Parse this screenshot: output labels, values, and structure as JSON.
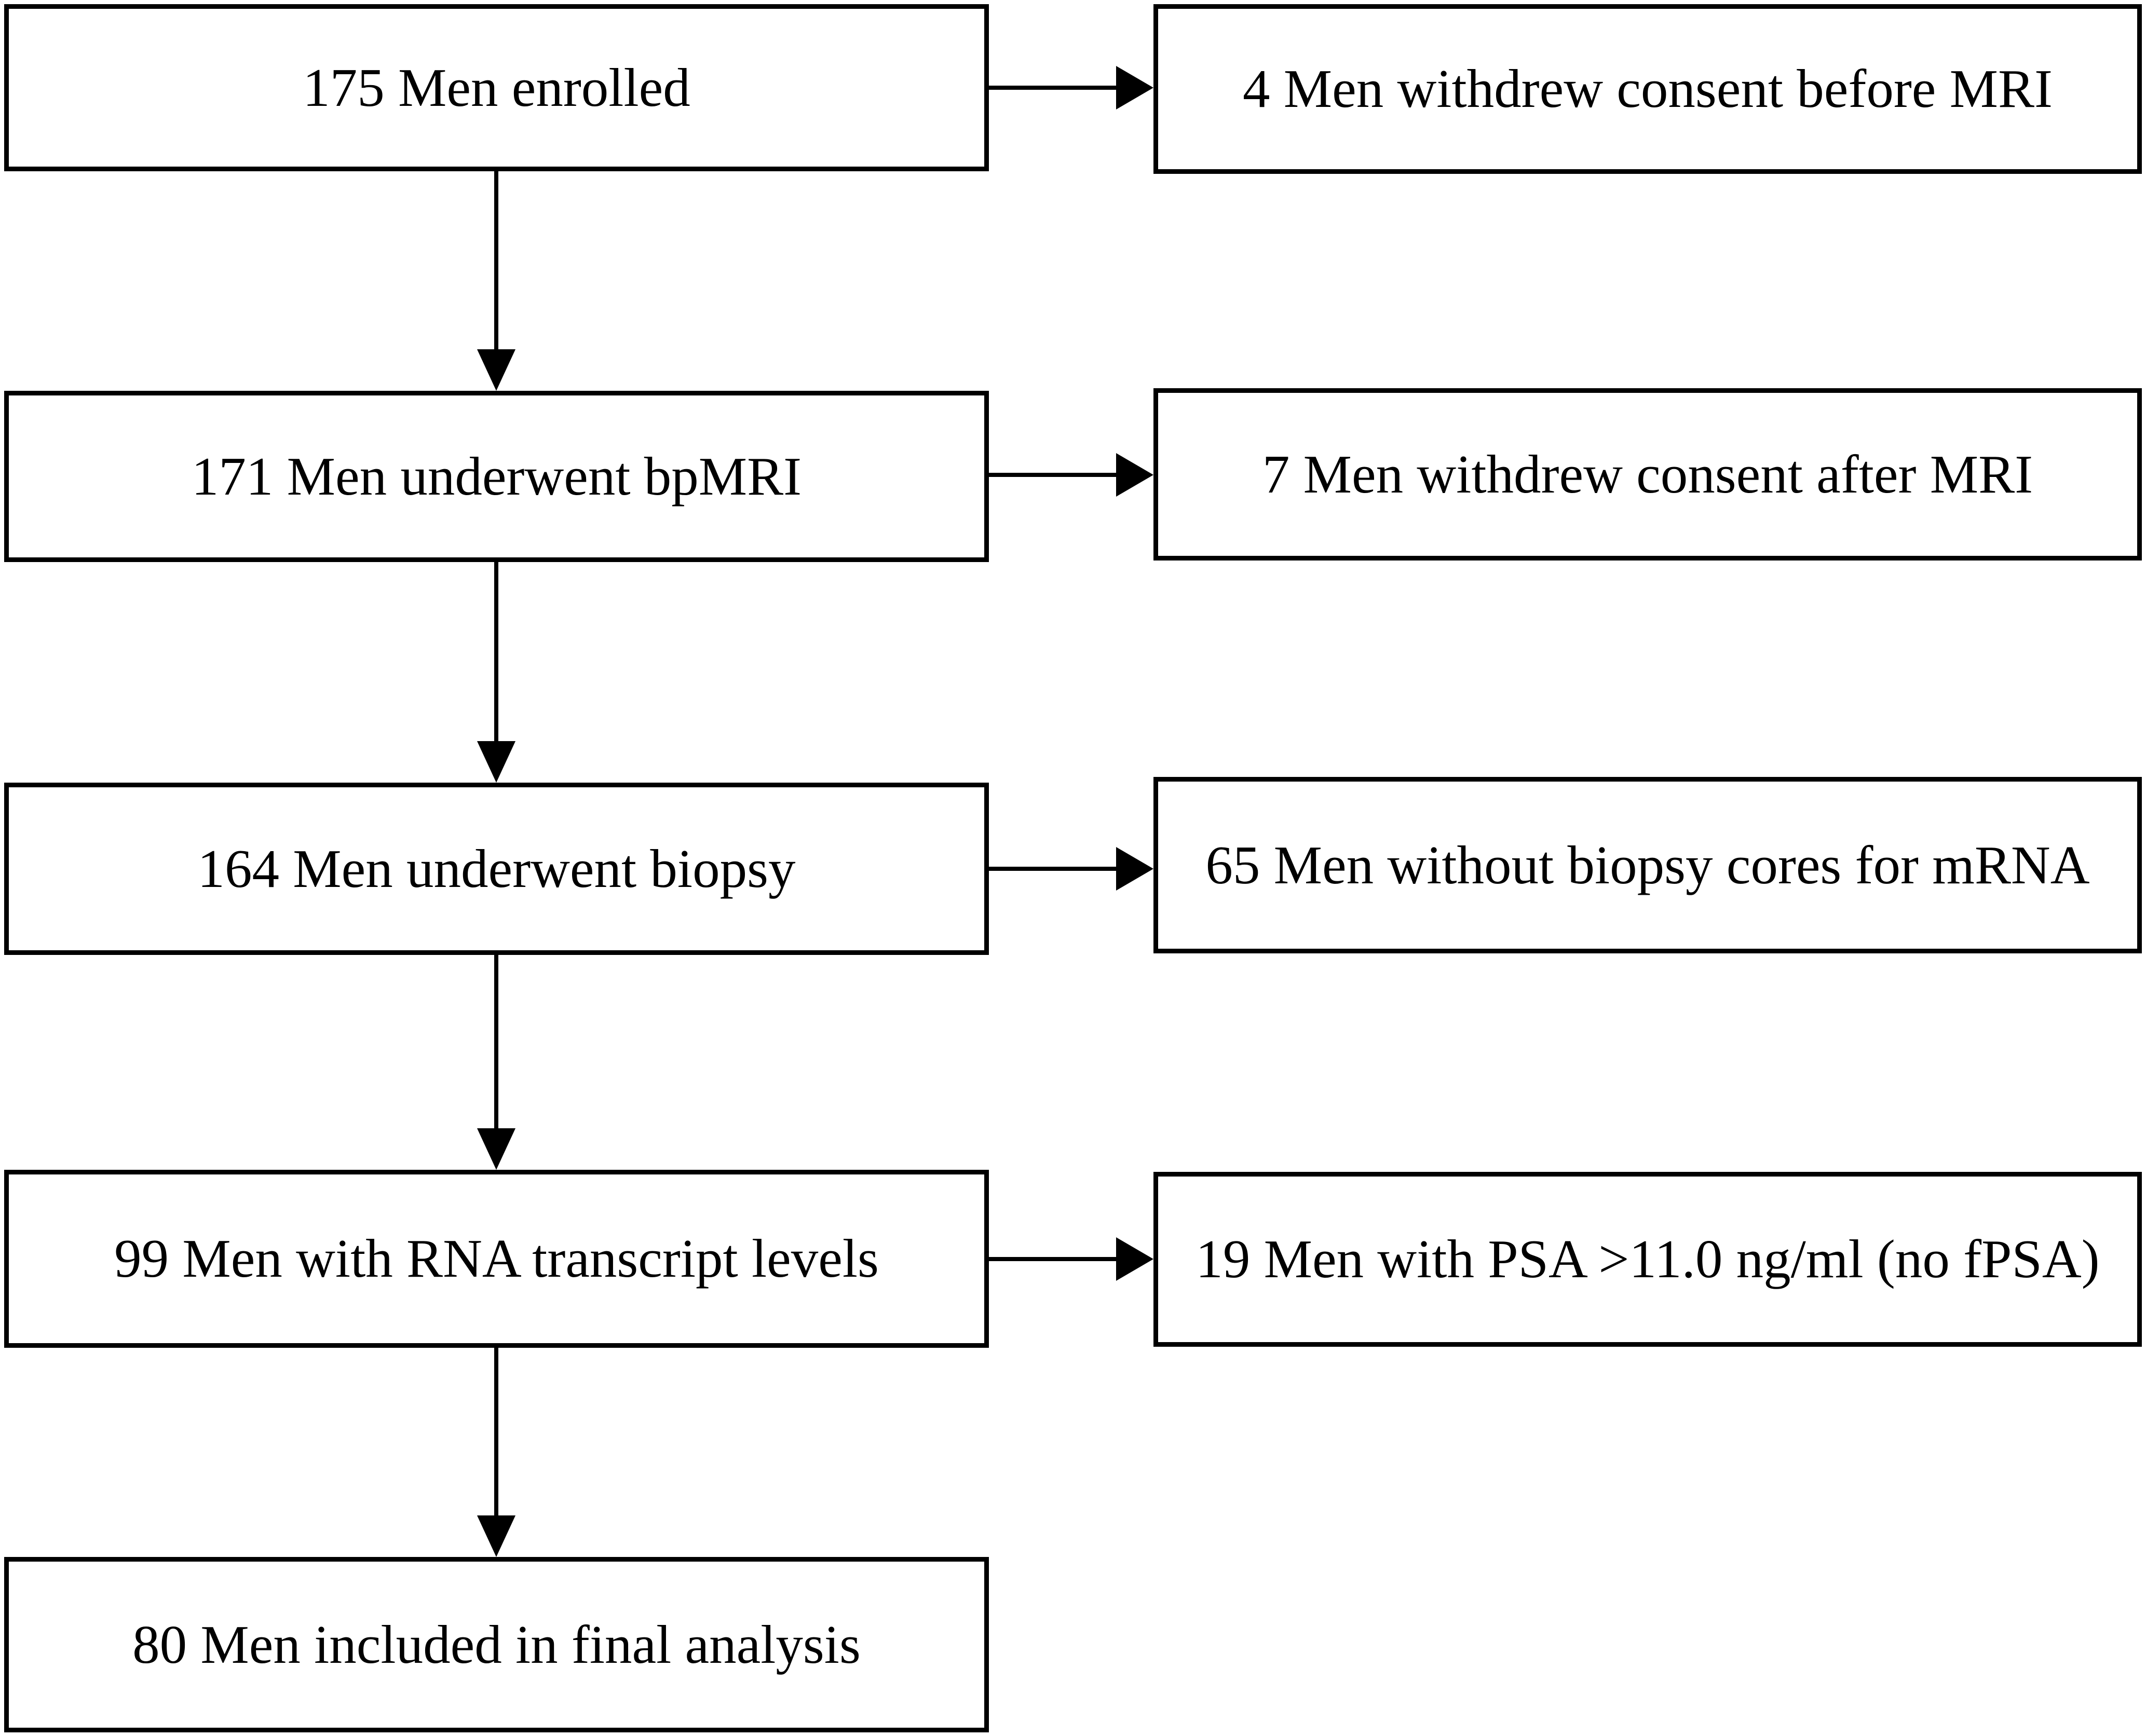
{
  "diagram": {
    "type": "flowchart",
    "background_color": "#ffffff",
    "box_fill_color": "#ffffff",
    "box_border_color": "#000000",
    "text_color": "#000000",
    "arrow_color": "#000000",
    "main_flow": [
      {
        "label": "175 Men enrolled"
      },
      {
        "label": "171 Men underwent bpMRI"
      },
      {
        "label": "164 Men underwent biopsy"
      },
      {
        "label": "99 Men with RNA transcript levels"
      },
      {
        "label": "80 Men included in final analysis"
      }
    ],
    "exclusions": [
      {
        "label": "4 Men withdrew consent before MRI"
      },
      {
        "label": "7 Men withdrew consent after MRI"
      },
      {
        "label": "65 Men without biopsy cores for mRNA"
      },
      {
        "label": "19 Men with PSA >11.0 ng/ml (no fPSA)"
      }
    ]
  }
}
